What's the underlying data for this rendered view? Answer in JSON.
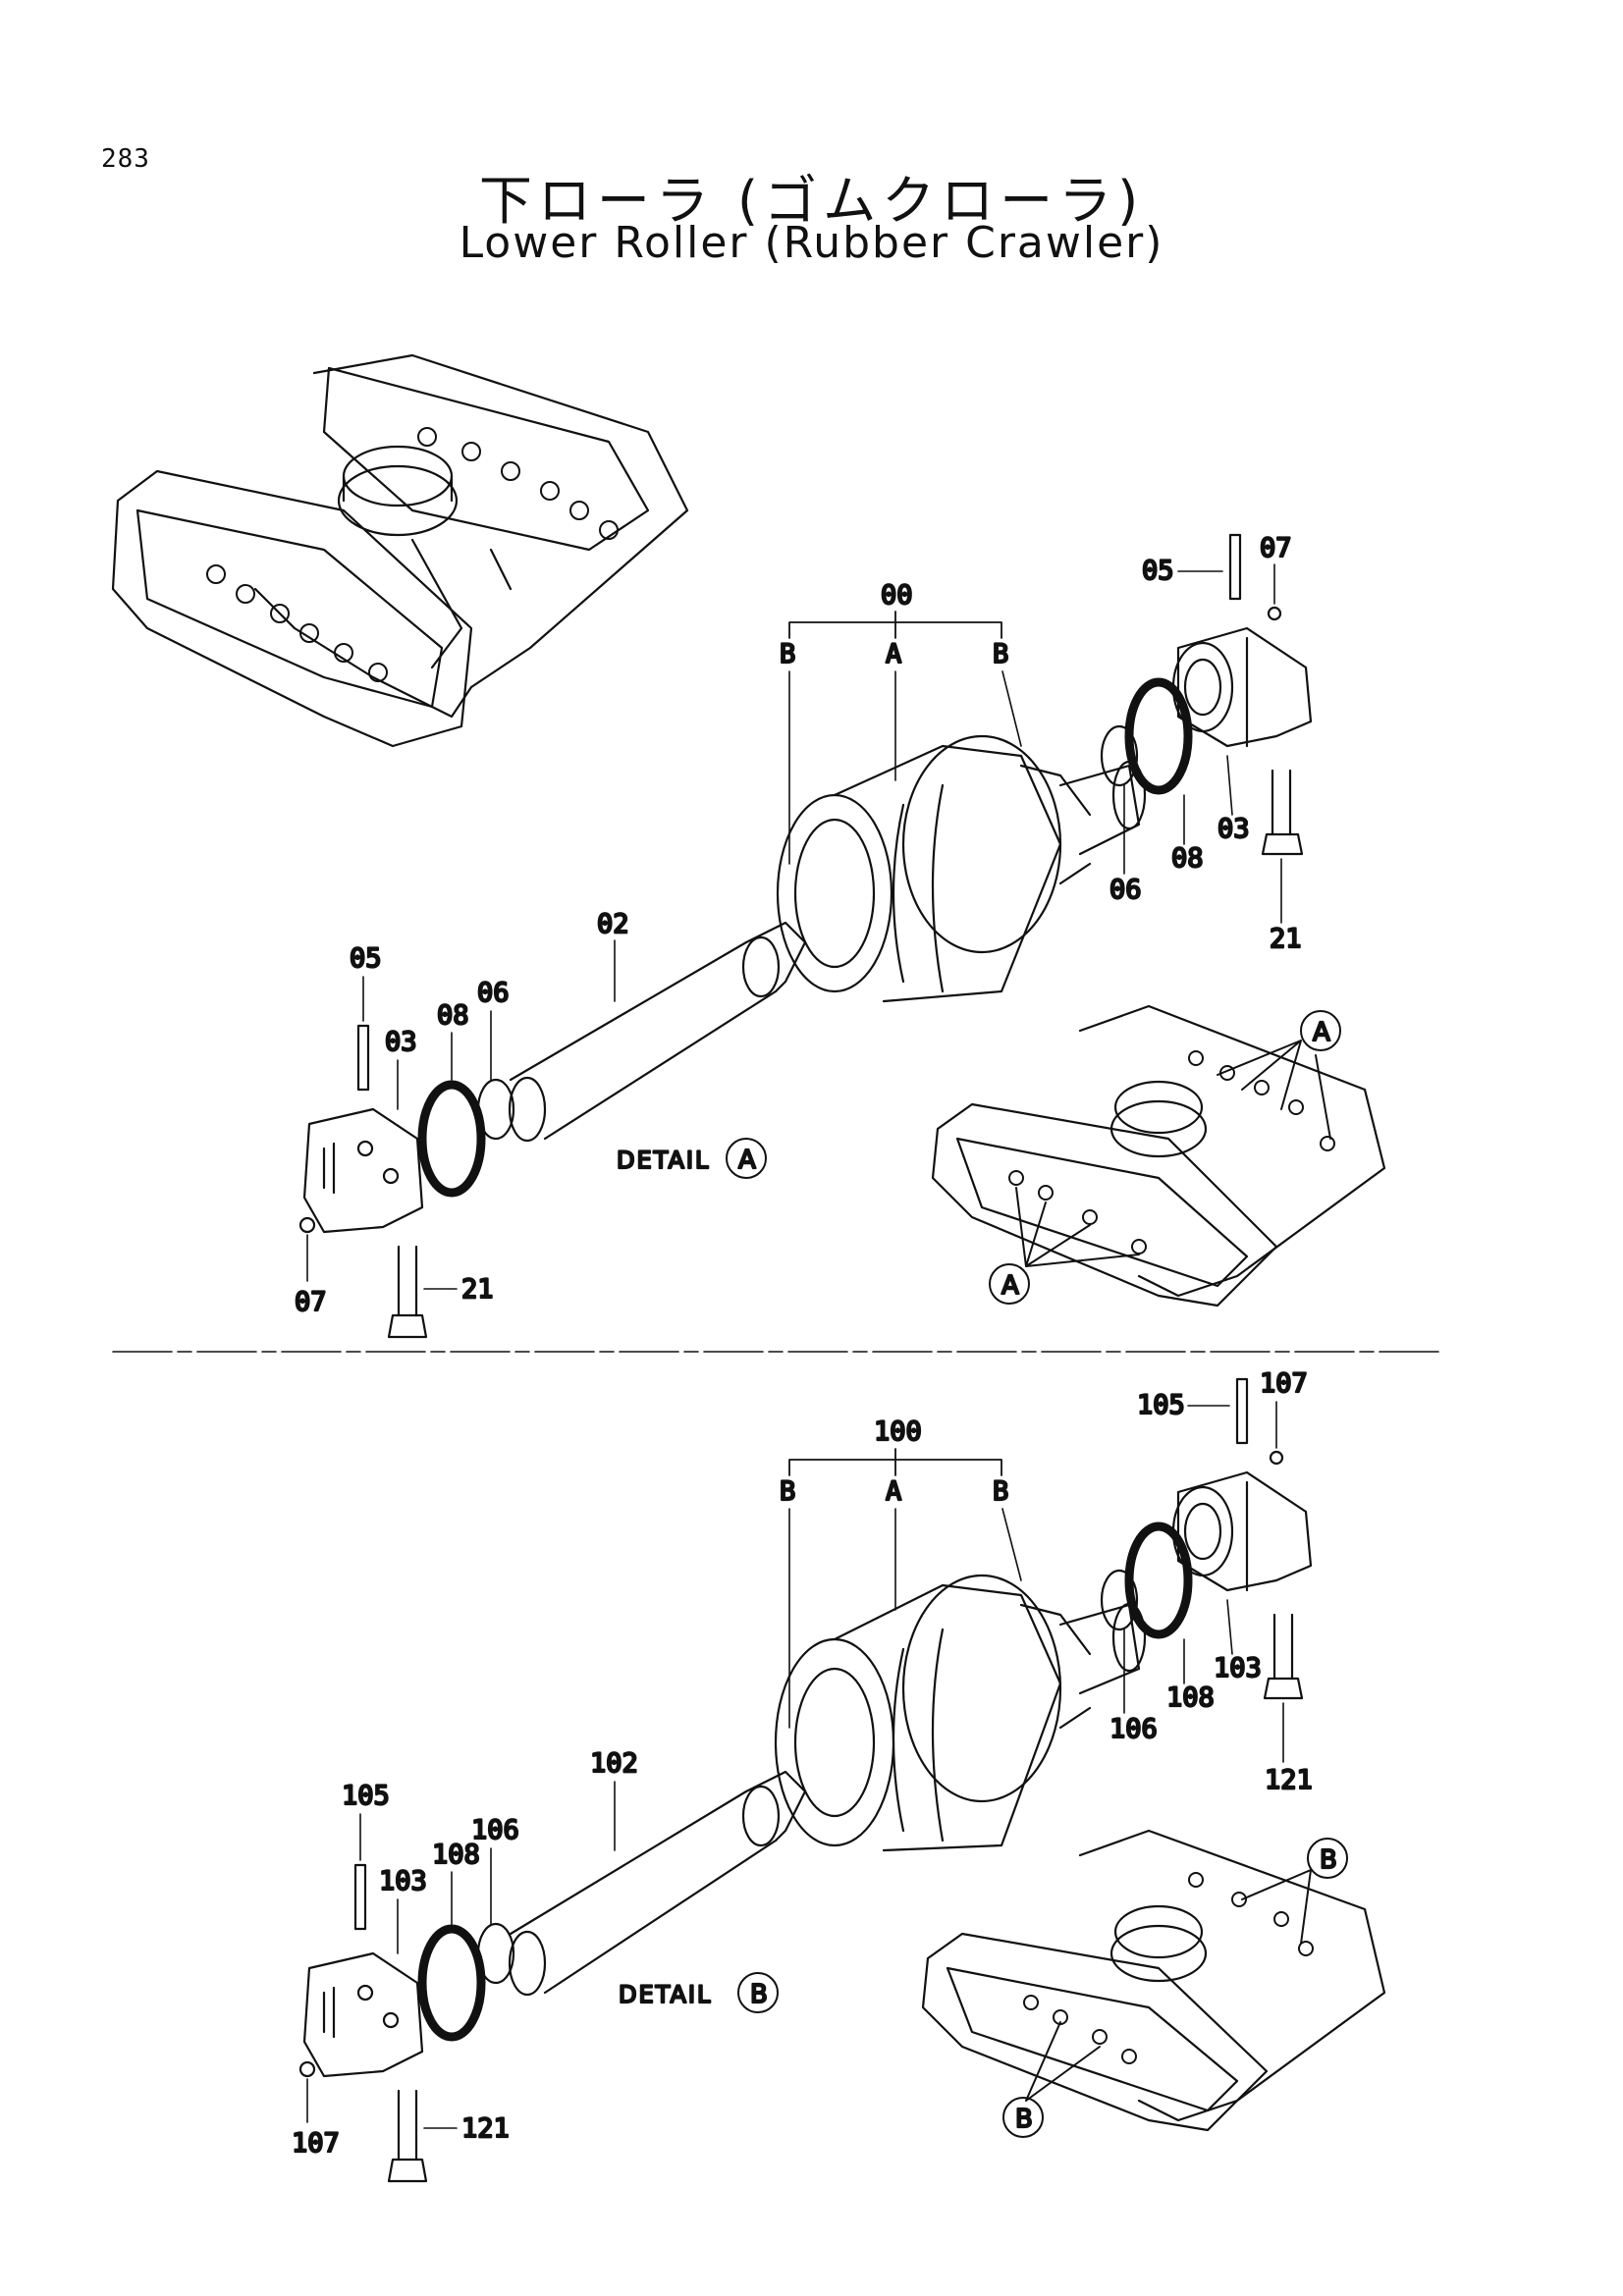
{
  "page": {
    "number": "283",
    "title_jp": "下ローラ (ゴムクローラ)",
    "title_en": "Lower Roller (Rubber Crawler)"
  },
  "assembly_a": {
    "group_label": "00",
    "sub_labels": {
      "left_flange": "B",
      "center": "A",
      "right_flange": "B"
    },
    "parts": {
      "shaft": "02",
      "housing_right": "03",
      "housing_left": "03",
      "pin_right": "05",
      "pin_left": "05",
      "ring_right": "06",
      "ring_left": "06",
      "plug_right": "07",
      "plug_left": "07",
      "seal_right": "08",
      "seal_left": "08",
      "bolt_right": "21",
      "bolt_left": "21"
    },
    "detail": {
      "text": "DETAIL",
      "letter": "A"
    },
    "callouts": [
      "A",
      "A"
    ]
  },
  "assembly_b": {
    "group_label": "100",
    "sub_labels": {
      "left_flange": "B",
      "center": "A",
      "right_flange": "B"
    },
    "parts": {
      "shaft": "102",
      "housing_right": "103",
      "housing_left": "103",
      "pin_right": "105",
      "pin_left": "105",
      "ring_right": "106",
      "ring_left": "106",
      "plug_right": "107",
      "plug_left": "107",
      "seal_right": "108",
      "seal_left": "108",
      "bolt_right": "121",
      "bolt_left": "121"
    },
    "detail": {
      "text": "DETAIL",
      "letter": "B"
    },
    "callouts": [
      "B",
      "B"
    ]
  }
}
